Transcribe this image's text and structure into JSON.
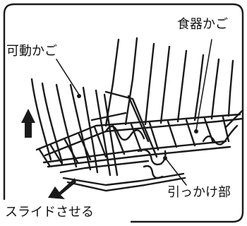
{
  "labels": {
    "movable_basket": "可動かご",
    "dish_basket": "食器かご",
    "hook_part": "引っかけ部",
    "slide": "スライドさせる"
  },
  "colors": {
    "line": "#1a1a1a",
    "background": "#ffffff"
  },
  "icons": {
    "up_arrow": "arrow-up-icon",
    "slide_arrow": "arrow-diagonal-icon"
  }
}
